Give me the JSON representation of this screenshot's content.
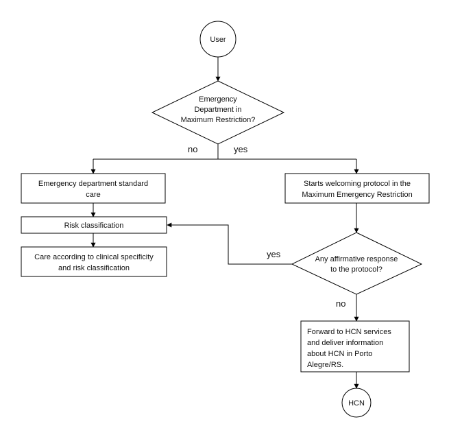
{
  "nodes": {
    "user": "User",
    "decision1": [
      "Emergency",
      "Department in",
      "Maximum Restriction?"
    ],
    "standard_care": [
      "Emergency department standard",
      "care"
    ],
    "welcoming": [
      "Starts welcoming protocol in the",
      "Maximum Emergency Restriction"
    ],
    "risk": "Risk classification",
    "care": [
      "Care according to clinical specificity",
      "and risk classification"
    ],
    "decision2": [
      "Any affirmative response",
      "to the protocol?"
    ],
    "forward": [
      "Forward to HCN services",
      "and deliver information",
      "about HCN in Porto",
      "Alegre/RS."
    ],
    "hcn": "HCN"
  },
  "edges": {
    "d1_no": "no",
    "d1_yes": "yes",
    "d2_yes": "yes",
    "d2_no": "no"
  }
}
